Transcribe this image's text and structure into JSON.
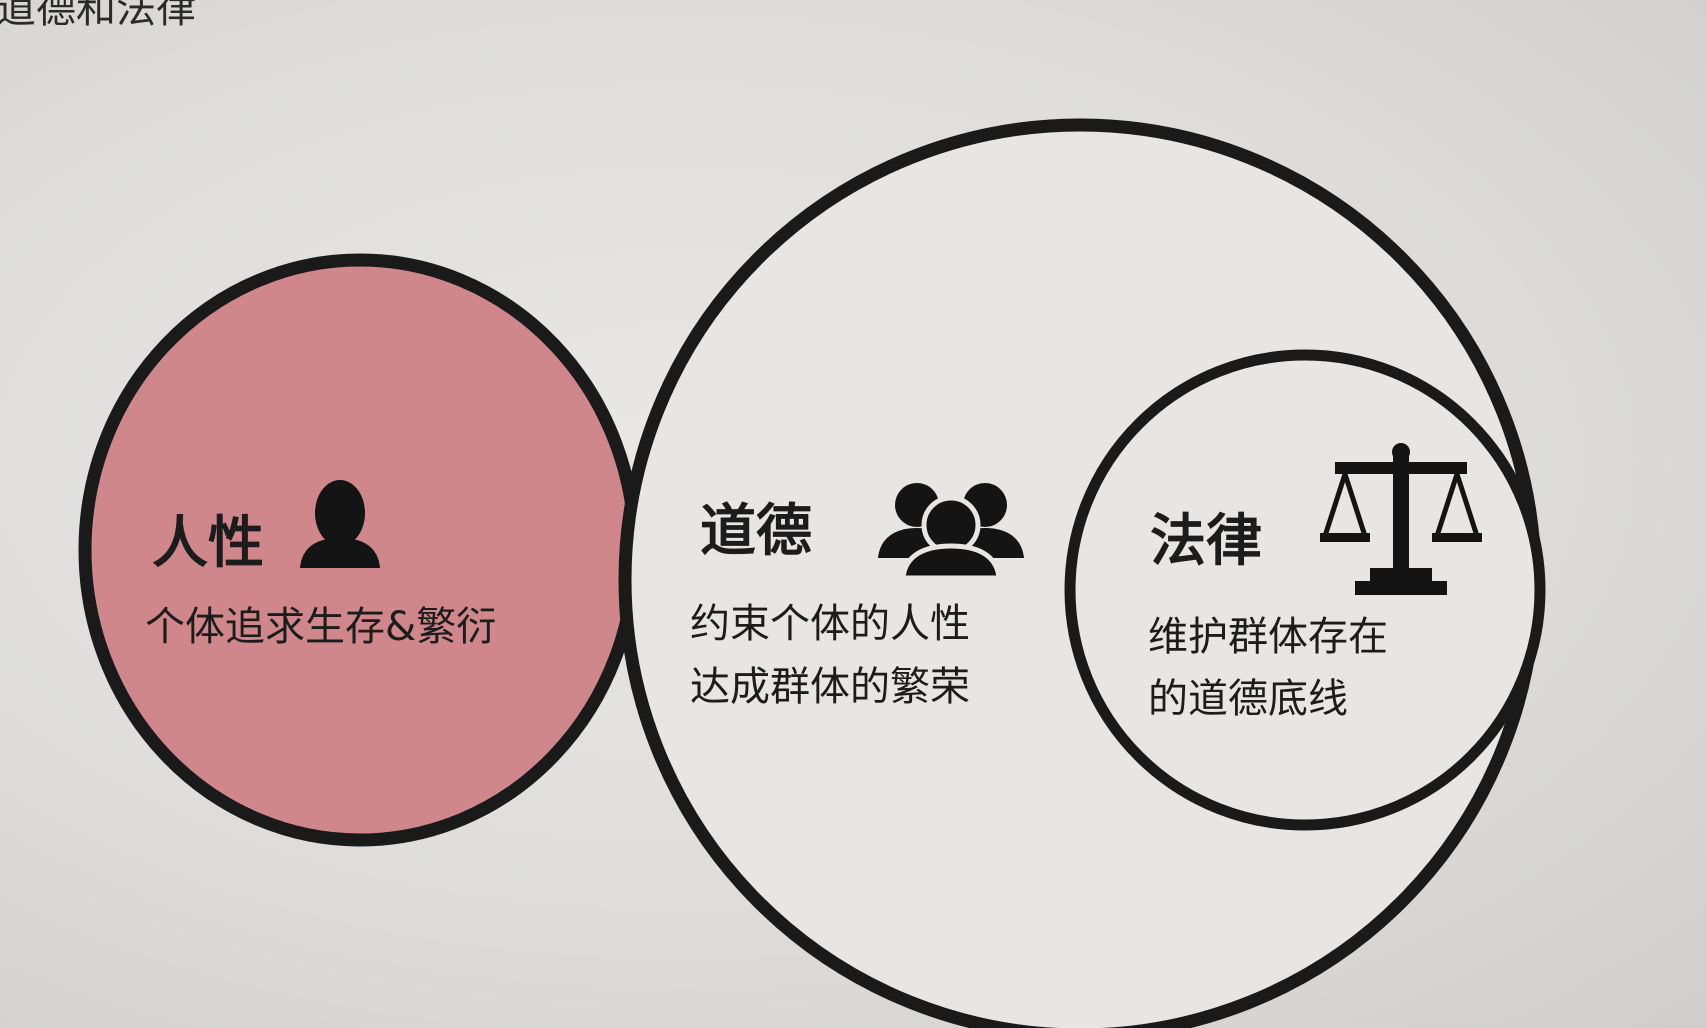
{
  "header_fragment": "道德和法律",
  "palette": {
    "circle_outline": "#1a1a1a",
    "human_fill": "#cf878c",
    "background": "#e3e2e0",
    "inner_fill": "#e7e6e4"
  },
  "nodes": {
    "human_nature": {
      "title": "人性",
      "icon": "person-icon",
      "description": "个体追求生存&繁衍"
    },
    "morality": {
      "title": "道德",
      "icon": "group-icon",
      "description_lines": [
        "约束个体的人性",
        "达成群体的繁荣"
      ]
    },
    "law": {
      "title": "法律",
      "icon": "scales-icon",
      "description_lines": [
        "维护群体存在",
        "的道德底线"
      ]
    }
  }
}
